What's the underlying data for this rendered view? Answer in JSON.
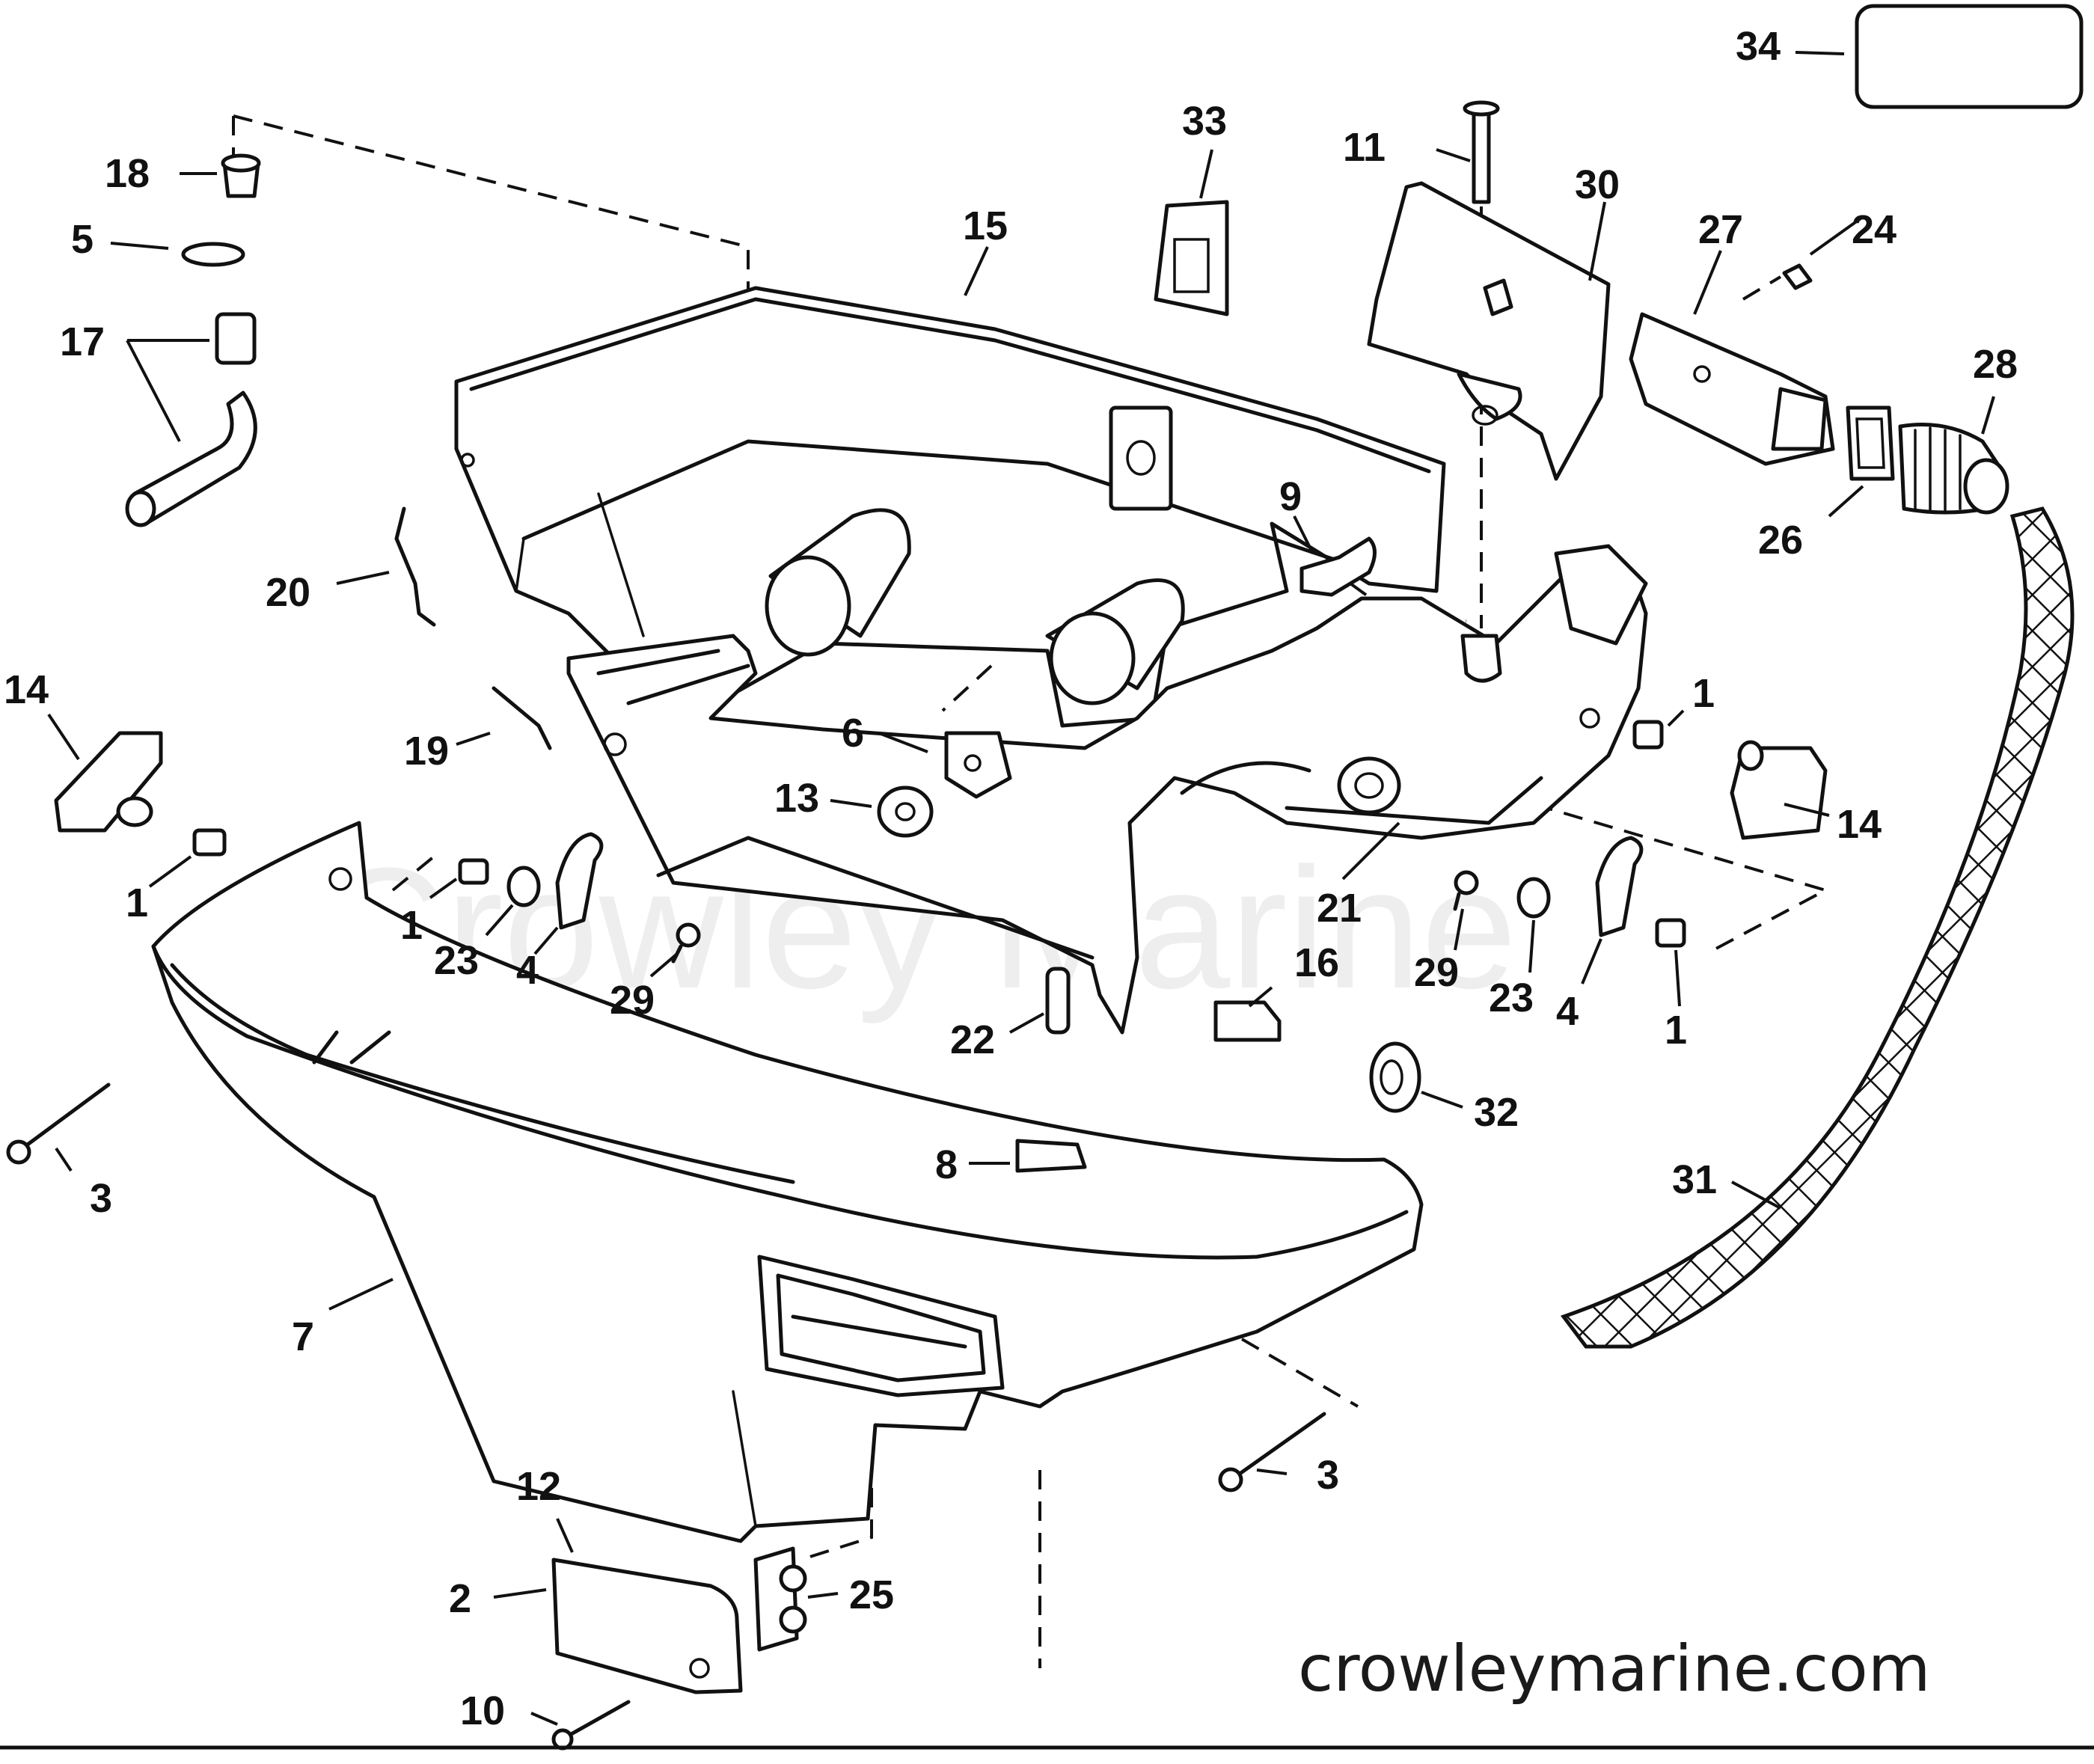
{
  "watermark": "Crowley Marine",
  "site": "crowleymarine.com",
  "callouts": [
    {
      "id": "c34",
      "text": "34"
    },
    {
      "id": "c18",
      "text": "18"
    },
    {
      "id": "c5",
      "text": "5"
    },
    {
      "id": "c17",
      "text": "17"
    },
    {
      "id": "c15",
      "text": "15"
    },
    {
      "id": "c33",
      "text": "33"
    },
    {
      "id": "c11",
      "text": "11"
    },
    {
      "id": "c30",
      "text": "30"
    },
    {
      "id": "c27",
      "text": "27"
    },
    {
      "id": "c24",
      "text": "24"
    },
    {
      "id": "c28",
      "text": "28"
    },
    {
      "id": "c26",
      "text": "26"
    },
    {
      "id": "c9",
      "text": "9"
    },
    {
      "id": "c20",
      "text": "20"
    },
    {
      "id": "c14a",
      "text": "14"
    },
    {
      "id": "c19",
      "text": "19"
    },
    {
      "id": "c6",
      "text": "6"
    },
    {
      "id": "c13",
      "text": "13"
    },
    {
      "id": "c1a",
      "text": "1"
    },
    {
      "id": "c1b",
      "text": "1"
    },
    {
      "id": "c23a",
      "text": "23"
    },
    {
      "id": "c4a",
      "text": "4"
    },
    {
      "id": "c29a",
      "text": "29"
    },
    {
      "id": "c1c",
      "text": "1"
    },
    {
      "id": "c14b",
      "text": "14"
    },
    {
      "id": "c21",
      "text": "21"
    },
    {
      "id": "c29b",
      "text": "29"
    },
    {
      "id": "c23b",
      "text": "23"
    },
    {
      "id": "c4b",
      "text": "4"
    },
    {
      "id": "c1d",
      "text": "1"
    },
    {
      "id": "c16",
      "text": "16"
    },
    {
      "id": "c22",
      "text": "22"
    },
    {
      "id": "c32",
      "text": "32"
    },
    {
      "id": "c3a",
      "text": "3"
    },
    {
      "id": "c8",
      "text": "8"
    },
    {
      "id": "c31",
      "text": "31"
    },
    {
      "id": "c7",
      "text": "7"
    },
    {
      "id": "c3b",
      "text": "3"
    },
    {
      "id": "c12",
      "text": "12"
    },
    {
      "id": "c2",
      "text": "2"
    },
    {
      "id": "c25",
      "text": "25"
    },
    {
      "id": "c10",
      "text": "10"
    }
  ]
}
